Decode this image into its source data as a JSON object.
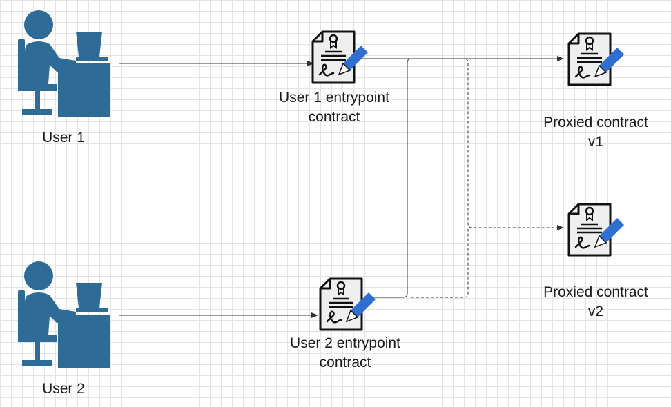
{
  "colors": {
    "user_icon": "#2e6b97",
    "contract_outline": "#111111",
    "contract_fill": "#eeeeee",
    "pen": "#2f6fd1",
    "connector": "#333333"
  },
  "nodes": {
    "user1": {
      "icon": "user-at-computer-icon",
      "label": "User 1"
    },
    "user2": {
      "icon": "user-at-computer-icon",
      "label": "User 2"
    },
    "entry1": {
      "icon": "signed-contract-icon",
      "label_line1": "User 1 entrypoint",
      "label_line2": "contract"
    },
    "entry2": {
      "icon": "signed-contract-icon",
      "label_line1": "User 2 entrypoint",
      "label_line2": "contract"
    },
    "proxied_v1": {
      "icon": "signed-contract-icon",
      "label_line1": "Proxied contract",
      "label_line2": "v1"
    },
    "proxied_v2": {
      "icon": "signed-contract-icon",
      "label_line1": "Proxied contract",
      "label_line2": "v2"
    }
  },
  "edges": [
    {
      "from": "user1",
      "to": "entry1",
      "style": "solid"
    },
    {
      "from": "user2",
      "to": "entry2",
      "style": "solid"
    },
    {
      "from": "entry1",
      "to": "proxied_v1",
      "style": "solid"
    },
    {
      "from": "entry2",
      "to": "proxied_v1",
      "style": "solid"
    },
    {
      "from": "entry1",
      "to": "proxied_v2",
      "style": "dashed"
    },
    {
      "from": "entry2",
      "to": "proxied_v2",
      "style": "dashed"
    }
  ]
}
